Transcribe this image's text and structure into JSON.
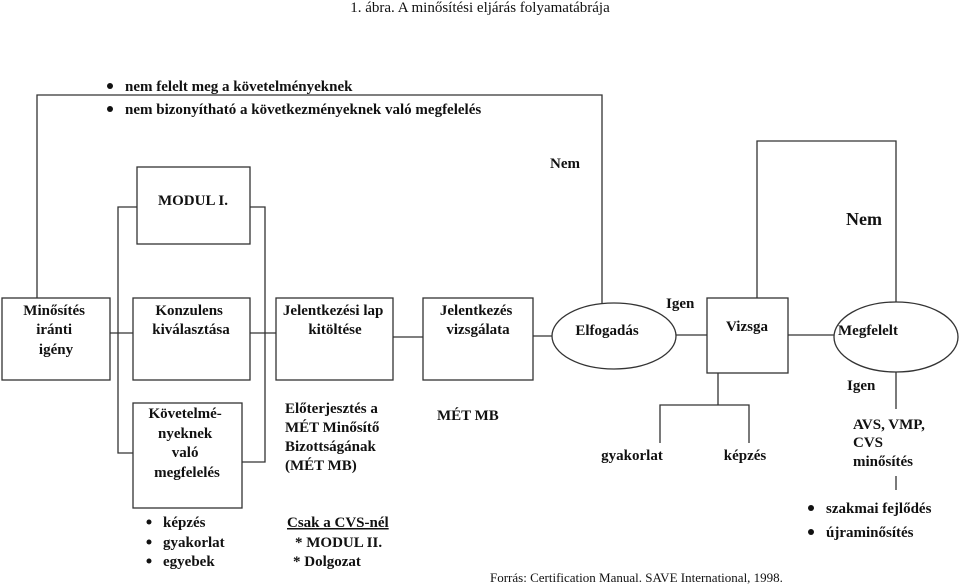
{
  "title": "1. ábra.  A minősítési eljárás folyamatábrája",
  "top_bullets": [
    "nem felelt meg a követelményeknek",
    "nem bizonyítható a következményeknek való megfelelés"
  ],
  "nodes": {
    "modul1": "MODUL I.",
    "minosites": [
      "Minősítés",
      "iránti",
      "igény"
    ],
    "konzulens": [
      "Konzulens",
      "kiválasztása"
    ],
    "jelentkezesi": [
      "Jelentkezési lap",
      "kitöltése"
    ],
    "jelentkezes": [
      "Jelentkezés",
      "vizsgálata"
    ],
    "elfogadas": "Elfogadás",
    "vizsga": "Vizsga",
    "megfelelt": "Megfelelt",
    "kovetelmeny": [
      "Követelmé-",
      "nyeknek",
      "való",
      "megfelelés"
    ]
  },
  "labels": {
    "nem1": "Nem",
    "nem2": "Nem",
    "igen1": "Igen",
    "igen2": "Igen",
    "eloterjesztes": [
      "Előterjesztés a",
      "MÉT Minősítő",
      "Bizottságának",
      "(MÉT MB)"
    ],
    "met_mb": "MÉT MB",
    "gyakorlat": "gyakorlat",
    "kepzes": "képzés",
    "avs": [
      "AVS, VMP,",
      "CVS",
      "minősítés"
    ],
    "bottom_bullets": [
      "képzés",
      "gyakorlat",
      "egyebek"
    ],
    "cvs_heading": "Csak a CVS-nél",
    "cvs_items": [
      "* MODUL II.",
      "* Dolgozat"
    ],
    "right_bullets": [
      "szakmai fejlődés",
      "újraminősítés"
    ]
  },
  "source": "Forrás: Certification Manual. SAVE International, 1998."
}
